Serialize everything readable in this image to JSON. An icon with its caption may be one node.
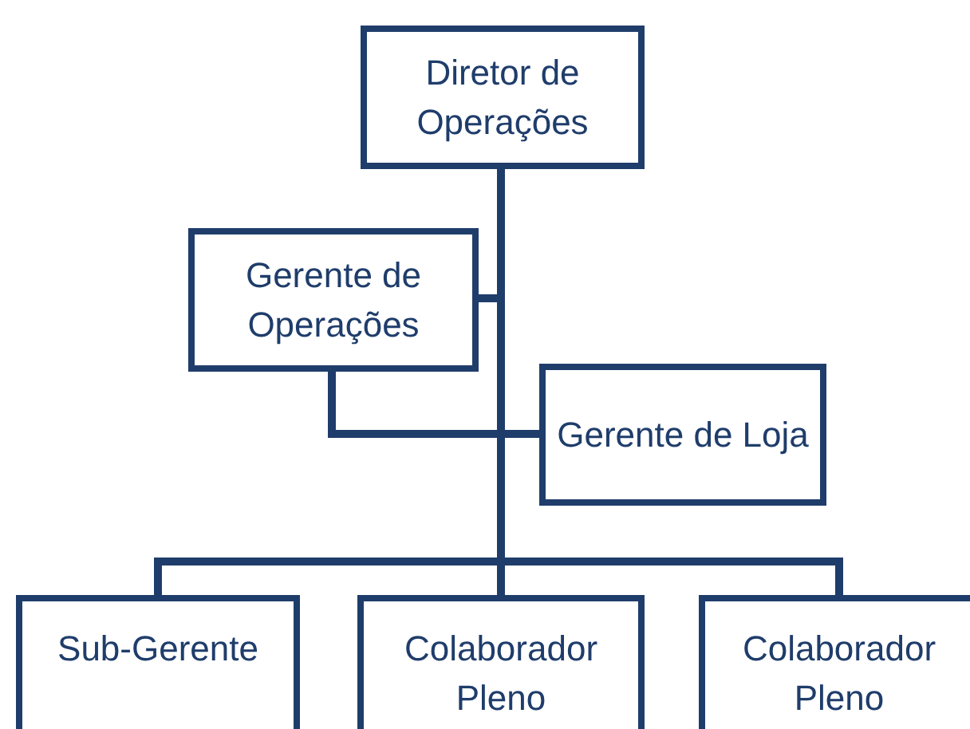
{
  "diagram": {
    "nodes": [
      {
        "text": [
          "Diretor de Operações"
        ]
      },
      {
        "text": [
          "Gerente de Operações"
        ]
      },
      {
        "text": [
          "Gerente de Loja"
        ]
      },
      {
        "text": [
          "Sub-Gerente"
        ]
      },
      {
        "text": [
          "Colaborador Pleno"
        ]
      },
      {
        "text": [
          "Colaborador Pleno"
        ]
      }
    ],
    "edges": [
      {
        "from": 0,
        "to": 1,
        "arrow": "none"
      },
      {
        "from": 1,
        "to": 2,
        "arrow": "none"
      },
      {
        "from": 0,
        "to": 3,
        "arrow": "none"
      },
      {
        "from": 0,
        "to": 4,
        "arrow": "none"
      },
      {
        "from": 0,
        "to": 5,
        "arrow": "none"
      }
    ]
  }
}
